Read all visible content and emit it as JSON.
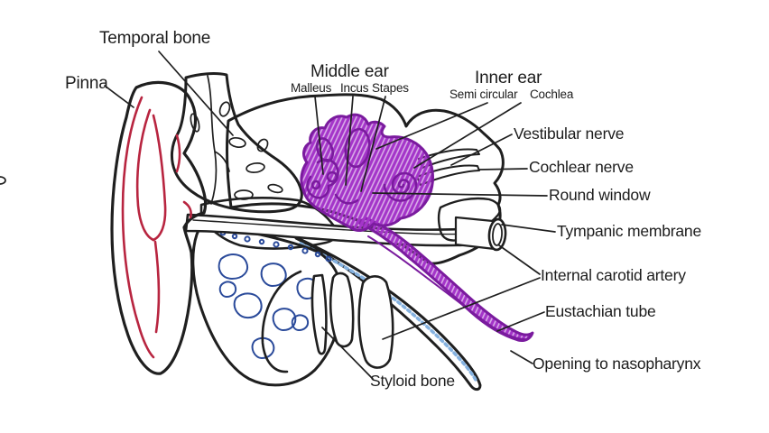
{
  "labels": {
    "temporal_bone": "Temporal bone",
    "pinna": "Pinna",
    "middle_ear": "Middle ear",
    "malleus": "Malleus",
    "incus": "Incus",
    "stapes": "Stapes",
    "inner_ear": "Inner ear",
    "semi_circular": "Semi circular",
    "cochlea": "Cochlea",
    "vestibular_nerve": "Vestibular nerve",
    "cochlear_nerve": "Cochlear nerve",
    "round_window": "Round window",
    "tympanic_membrane": "Tympanic membrane",
    "internal_carotid_artery": "Internal carotid artery",
    "eustachian_tube": "Eustachian tube",
    "opening_to_nasopharynx": "Opening to nasopharynx",
    "styloid_bone": "Styloid bone"
  },
  "colors": {
    "pinna_red": "#e8455a",
    "pinna_red_dark": "#b82540",
    "temporal_yellow": "#e6d944",
    "skull_orange": "#f2a254",
    "cartilage_green": "#55ab5c",
    "mastoid_blue": "#5b82c4",
    "mastoid_blue_dark": "#2a4a9a",
    "carotid_light_blue": "#85b2e0",
    "ear_purple": "#a435c9",
    "ear_purple_dark": "#7a1b9e",
    "artery_maroon": "#8a4048",
    "outline_black": "#1f1f1f",
    "label_text": "#1c1c1c",
    "background": "#ffffff"
  }
}
